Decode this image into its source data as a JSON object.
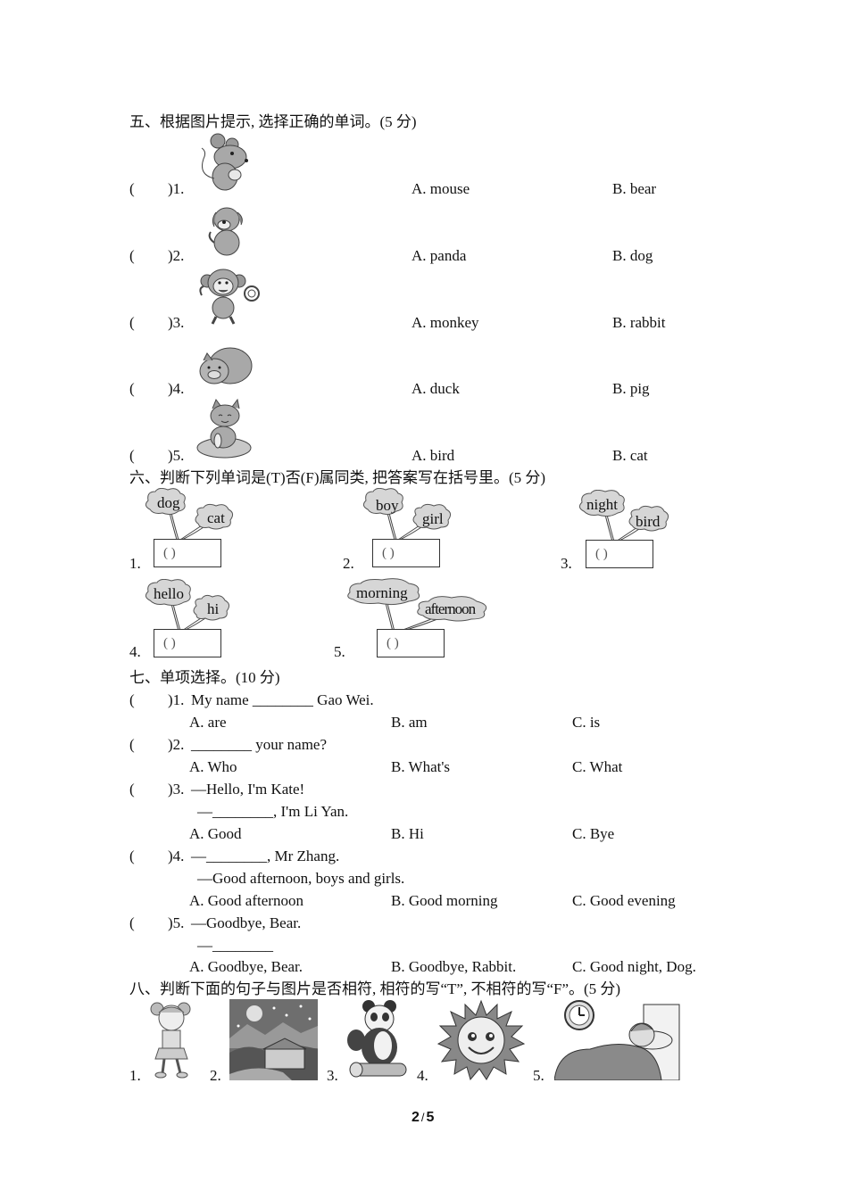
{
  "section5": {
    "title": "五、根据图片提示, 选择正确的单词。(5 分)",
    "items": [
      {
        "num": ")1.",
        "paren": "(",
        "picture": "mouse-picture",
        "a": "A. mouse",
        "b": "B. bear"
      },
      {
        "num": ")2.",
        "paren": "(",
        "picture": "dog-picture",
        "a": "A. panda",
        "b": "B. dog"
      },
      {
        "num": ")3.",
        "paren": "(",
        "picture": "monkey-picture",
        "a": "A. monkey",
        "b": "B. rabbit"
      },
      {
        "num": ")4.",
        "paren": "(",
        "picture": "pig-picture",
        "a": "A. duck",
        "b": "B. pig"
      },
      {
        "num": ")5.",
        "paren": "(",
        "picture": "cat-picture",
        "a": "A. bird",
        "b": "B. cat"
      }
    ]
  },
  "section6": {
    "title": "六、判断下列单词是(T)否(F)属同类, 把答案写在括号里。(5 分)",
    "items": [
      {
        "num": "1.",
        "word1": "dog",
        "word2": "cat",
        "box": "(          )"
      },
      {
        "num": "2.",
        "word1": "boy",
        "word2": "girl",
        "box": "(          )"
      },
      {
        "num": "3.",
        "word1": "night",
        "word2": "bird",
        "box": "(          )"
      },
      {
        "num": "4.",
        "word1": "hello",
        "word2": "hi",
        "box": "(          )"
      },
      {
        "num": "5.",
        "word1": "morning",
        "word2": "afternoon",
        "box": "(          )"
      }
    ]
  },
  "section7": {
    "title": "七、单项选择。(10 分)",
    "items": [
      {
        "paren": "(",
        "num": ")1.",
        "lines": [
          "My name ________ Gao Wei."
        ],
        "a": "A. are",
        "b": "B. am",
        "c": "C. is"
      },
      {
        "paren": "(",
        "num": ")2.",
        "lines": [
          "________ your name?"
        ],
        "a": "A. Who",
        "b": "B. What's",
        "c": "C. What"
      },
      {
        "paren": "(",
        "num": ")3.",
        "lines": [
          "—Hello, I'm Kate!",
          "—________, I'm Li Yan."
        ],
        "a": "A. Good",
        "b": "B. Hi",
        "c": "C. Bye"
      },
      {
        "paren": "(",
        "num": ")4.",
        "lines": [
          "—________, Mr Zhang.",
          "—Good afternoon, boys and girls."
        ],
        "a": "A. Good afternoon",
        "b": "B. Good morning",
        "c": "C. Good evening"
      },
      {
        "paren": "(",
        "num": ")5.",
        "lines": [
          "—Goodbye, Bear.",
          "—________"
        ],
        "a": "A. Goodbye, Bear.",
        "b": "B. Goodbye, Rabbit.",
        "c": "C. Good night, Dog."
      }
    ]
  },
  "section8": {
    "title": "八、判断下面的句子与图片是否相符, 相符的写“T”, 不相符的写“F”。(5 分)",
    "items": [
      {
        "num": "1.",
        "picture": "girl-walking-picture"
      },
      {
        "num": "2.",
        "picture": "night-house-picture"
      },
      {
        "num": "3.",
        "picture": "panda-picture"
      },
      {
        "num": "4.",
        "picture": "sun-picture"
      },
      {
        "num": "5.",
        "picture": "girl-sleeping-picture"
      }
    ]
  },
  "footer": {
    "page": "2",
    "sep": "/",
    "total": "5"
  }
}
